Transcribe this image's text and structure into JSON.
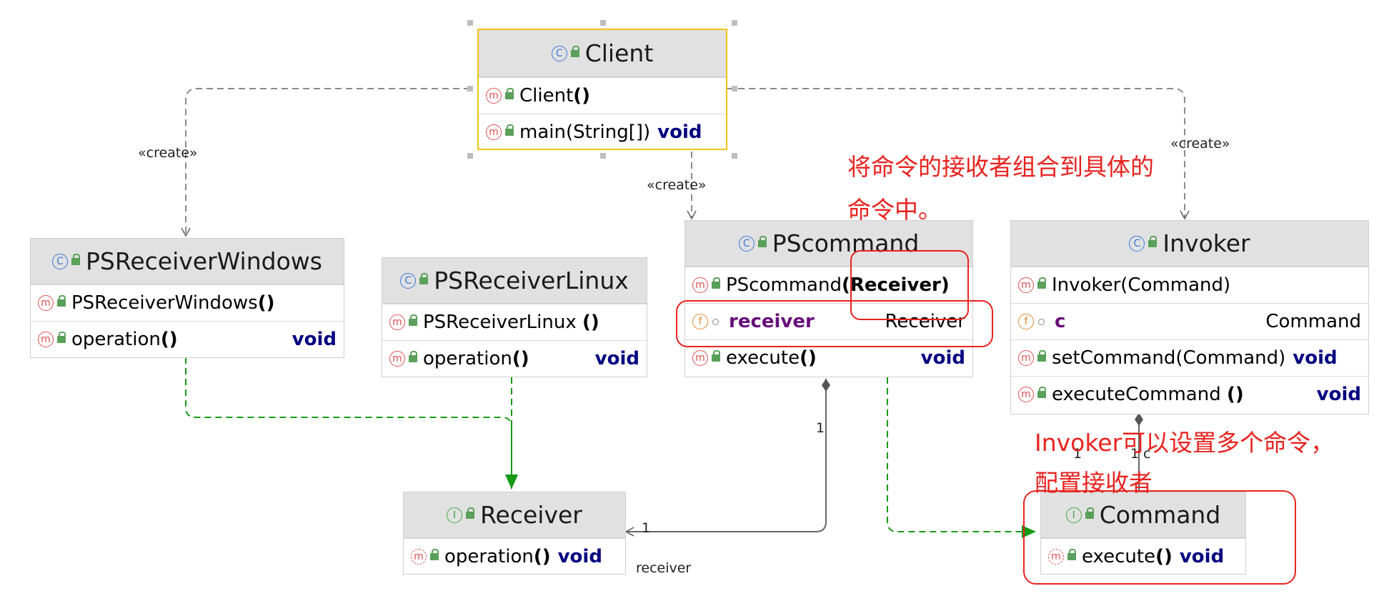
{
  "classes": {
    "client": {
      "name": "Client",
      "rows": [
        {
          "text": "Client",
          "parens": "()"
        },
        {
          "text": "main",
          "parens": "(String[])",
          "type": "void"
        }
      ]
    },
    "ps_receiver_windows": {
      "name": "PSReceiverWindows",
      "rows": [
        {
          "text": "PSReceiverWindows",
          "parens": "()"
        },
        {
          "text": "operation",
          "parens": "()",
          "type": "void"
        }
      ]
    },
    "ps_receiver_linux": {
      "name": "PSReceiverLinux",
      "rows": [
        {
          "text": "PSReceiverLinux",
          "parens": "()"
        },
        {
          "text": "operation",
          "parens": "()",
          "type": "void"
        }
      ]
    },
    "ps_command": {
      "name": "PScommand",
      "rows": [
        {
          "text": "PScommand",
          "parens": "(Receiver)"
        },
        {
          "text": "receiver",
          "type": "Receiver"
        },
        {
          "text": "execute",
          "parens": "()",
          "type": "void"
        }
      ]
    },
    "invoker": {
      "name": "Invoker",
      "rows": [
        {
          "text": "Invoker",
          "parens": "(Command)"
        },
        {
          "text": "c",
          "type": "Command"
        },
        {
          "text": "setCommand",
          "parens": "(Command)",
          "type": "void"
        },
        {
          "text": "executeCommand",
          "parens": "()",
          "type": "void"
        }
      ]
    },
    "receiver": {
      "name": "Receiver",
      "rows": [
        {
          "text": "operation",
          "parens": "()",
          "type": "void"
        }
      ]
    },
    "command": {
      "name": "Command",
      "rows": [
        {
          "text": "execute",
          "parens": "()",
          "type": "void"
        }
      ]
    }
  },
  "badges": {
    "class": "C",
    "method": "m",
    "field": "f",
    "interface": "I"
  },
  "edge_labels": {
    "create_left": "«create»",
    "create_mid": "«create»",
    "create_right": "«create»",
    "mult_pscommand": "1",
    "mult_receiver": "1",
    "role_receiver": "receiver",
    "mult_invoker": "1",
    "mult_command": "1",
    "role_c": "c"
  },
  "annotations": {
    "note1_line1": "将命令的接收者组合到具体的",
    "note1_line2": "命令中。",
    "note2_line1": "Invoker可以设置多个命令，",
    "note2_line2": "配置接收者"
  },
  "colors": {
    "header_bg": "#e1e1e1",
    "selection": "#f0c419",
    "annotation": "#e8231f",
    "implements": "#169916",
    "dependency": "#8a8a8a",
    "keyword": "#000080",
    "field": "#660e7a"
  }
}
